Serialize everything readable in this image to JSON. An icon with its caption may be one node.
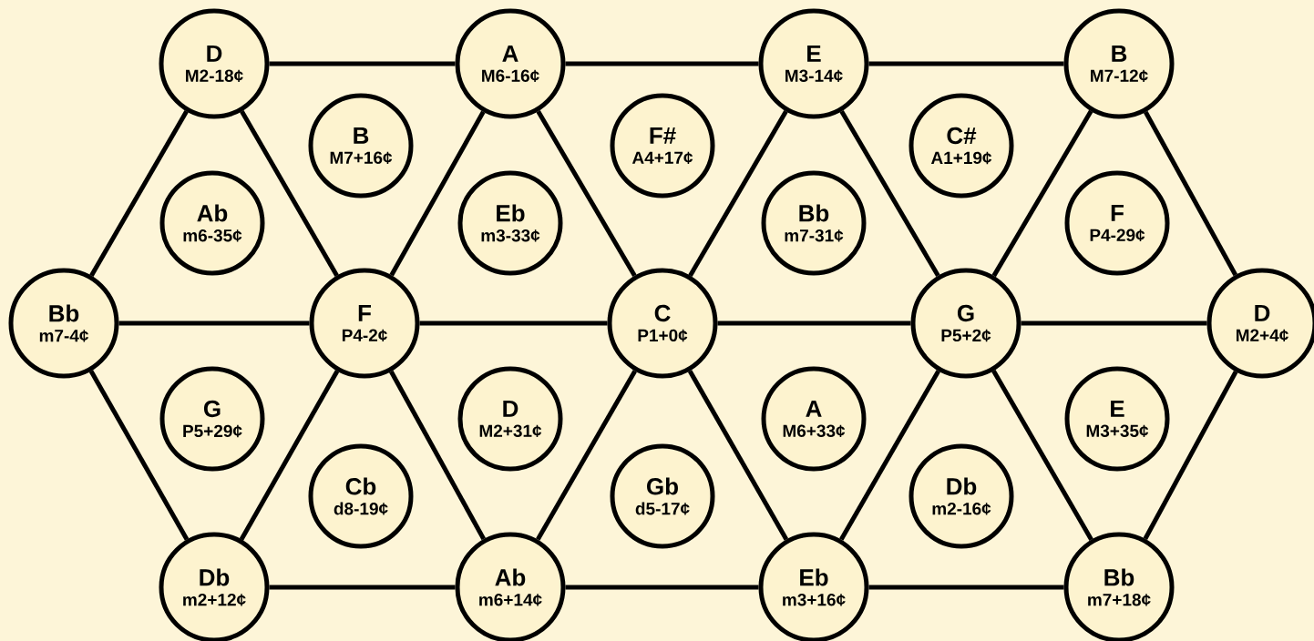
{
  "diagram": {
    "nodes": [
      {
        "text": [
          "D",
          "M2-18¢"
        ]
      },
      {
        "text": [
          "A",
          "M6-16¢"
        ]
      },
      {
        "text": [
          "E",
          "M3-14¢"
        ]
      },
      {
        "text": [
          "B",
          "M7-12¢"
        ]
      },
      {
        "text": [
          "B",
          "M7+16¢"
        ]
      },
      {
        "text": [
          "F#",
          "A4+17¢"
        ]
      },
      {
        "text": [
          "C#",
          "A1+19¢"
        ]
      },
      {
        "text": [
          "Ab",
          "m6-35¢"
        ]
      },
      {
        "text": [
          "Eb",
          "m3-33¢"
        ]
      },
      {
        "text": [
          "Bb",
          "m7-31¢"
        ]
      },
      {
        "text": [
          "F",
          "P4-29¢"
        ]
      },
      {
        "text": [
          "Bb",
          "m7-4¢"
        ]
      },
      {
        "text": [
          "F",
          "P4-2¢"
        ]
      },
      {
        "text": [
          "C",
          "P1+0¢"
        ]
      },
      {
        "text": [
          "G",
          "P5+2¢"
        ]
      },
      {
        "text": [
          "D",
          "M2+4¢"
        ]
      },
      {
        "text": [
          "G",
          "P5+29¢"
        ]
      },
      {
        "text": [
          "D",
          "M2+31¢"
        ]
      },
      {
        "text": [
          "A",
          "M6+33¢"
        ]
      },
      {
        "text": [
          "E",
          "M3+35¢"
        ]
      },
      {
        "text": [
          "Cb",
          "d8-19¢"
        ]
      },
      {
        "text": [
          "Gb",
          "d5-17¢"
        ]
      },
      {
        "text": [
          "Db",
          "m2-16¢"
        ]
      },
      {
        "text": [
          "Db",
          "m2+12¢"
        ]
      },
      {
        "text": [
          "Ab",
          "m6+14¢"
        ]
      },
      {
        "text": [
          "Eb",
          "m3+16¢"
        ]
      },
      {
        "text": [
          "Bb",
          "m7+18¢"
        ]
      }
    ],
    "edges": [
      {
        "from": 0,
        "to": 1,
        "arrow": "none"
      },
      {
        "from": 1,
        "to": 2,
        "arrow": "none"
      },
      {
        "from": 2,
        "to": 3,
        "arrow": "none"
      },
      {
        "from": 11,
        "to": 12,
        "arrow": "none"
      },
      {
        "from": 12,
        "to": 13,
        "arrow": "none"
      },
      {
        "from": 13,
        "to": 14,
        "arrow": "none"
      },
      {
        "from": 14,
        "to": 15,
        "arrow": "none"
      },
      {
        "from": 23,
        "to": 24,
        "arrow": "none"
      },
      {
        "from": 24,
        "to": 25,
        "arrow": "none"
      },
      {
        "from": 25,
        "to": 26,
        "arrow": "none"
      },
      {
        "from": 0,
        "to": 11,
        "arrow": "none"
      },
      {
        "from": 0,
        "to": 12,
        "arrow": "none"
      },
      {
        "from": 1,
        "to": 12,
        "arrow": "none"
      },
      {
        "from": 1,
        "to": 13,
        "arrow": "none"
      },
      {
        "from": 2,
        "to": 13,
        "arrow": "none"
      },
      {
        "from": 2,
        "to": 14,
        "arrow": "none"
      },
      {
        "from": 3,
        "to": 14,
        "arrow": "none"
      },
      {
        "from": 3,
        "to": 15,
        "arrow": "none"
      },
      {
        "from": 11,
        "to": 23,
        "arrow": "none"
      },
      {
        "from": 12,
        "to": 23,
        "arrow": "none"
      },
      {
        "from": 12,
        "to": 24,
        "arrow": "none"
      },
      {
        "from": 13,
        "to": 24,
        "arrow": "none"
      },
      {
        "from": 13,
        "to": 25,
        "arrow": "none"
      },
      {
        "from": 14,
        "to": 25,
        "arrow": "none"
      },
      {
        "from": 14,
        "to": 26,
        "arrow": "none"
      },
      {
        "from": 15,
        "to": 26,
        "arrow": "none"
      }
    ]
  }
}
